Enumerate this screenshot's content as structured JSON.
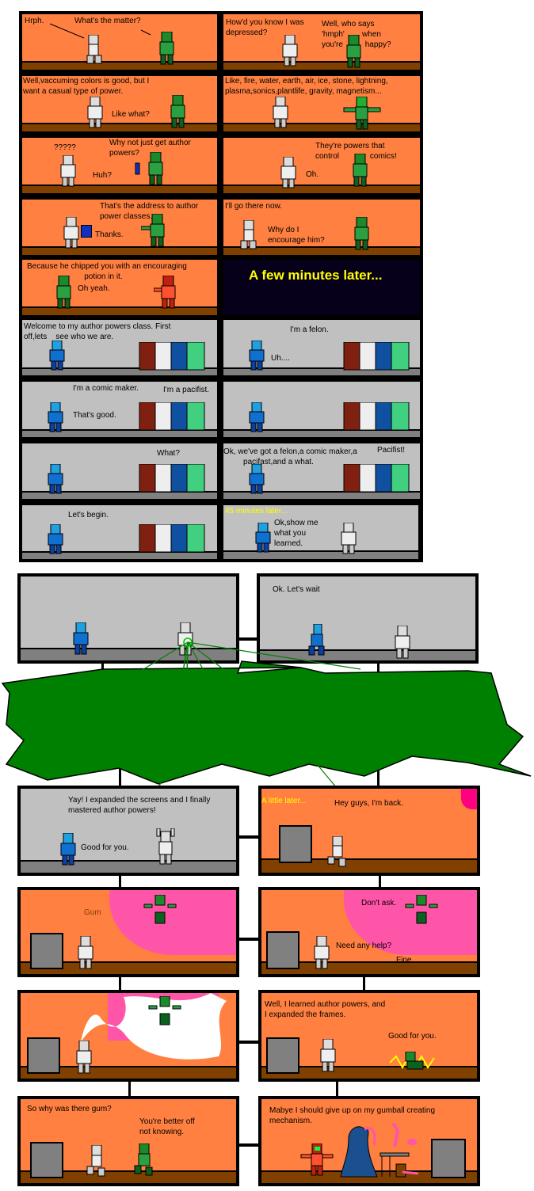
{
  "comic": {
    "top_grid": [
      {
        "id": "p1",
        "bg": "orange",
        "texts": [
          "Hrph.",
          "What's the matter?"
        ]
      },
      {
        "id": "p2",
        "bg": "orange",
        "texts": [
          "How'd you know I was\ndepressed?",
          "Well, who says\n'hmph'        when\nyou're          happy?"
        ]
      },
      {
        "id": "p3",
        "bg": "orange",
        "texts": [
          "Well,vaccuming colors is good, but I\nwant a casual type of power.",
          "Like what?"
        ]
      },
      {
        "id": "p4",
        "bg": "orange",
        "texts": [
          "Like, fire, water, earth, air, ice, stone, lightning,\nplasma,sonics,plantlife, gravity, magnetism..."
        ]
      },
      {
        "id": "p5",
        "bg": "orange",
        "texts": [
          "?????",
          "Why not just get author\npowers?",
          "Huh?"
        ]
      },
      {
        "id": "p6",
        "bg": "orange",
        "texts": [
          "They're powers that\ncontrol              comics!",
          "Oh."
        ]
      },
      {
        "id": "p7",
        "bg": "orange",
        "texts": [
          "That's the address to author\npower classes.",
          "Thanks."
        ]
      },
      {
        "id": "p8",
        "bg": "orange",
        "texts": [
          "I'll go there now.",
          "Why do I\nencourage him?"
        ]
      },
      {
        "id": "p9",
        "bg": "orange",
        "texts": [
          "Because he chipped you with an encouraging\n                          potion in it.",
          "Oh yeah."
        ]
      },
      {
        "id": "p10",
        "bg": "dark",
        "texts": [
          "A few minutes later..."
        ]
      },
      {
        "id": "p11",
        "bg": "gray",
        "texts": [
          "Welcome to my author powers class. First\noff,lets    see who we are."
        ]
      },
      {
        "id": "p12",
        "bg": "gray",
        "texts": [
          "I'm a felon.",
          "Uh...."
        ]
      },
      {
        "id": "p13",
        "bg": "gray",
        "texts": [
          "I'm a comic maker.",
          "I'm a pacifist.",
          "That's good."
        ]
      },
      {
        "id": "p14",
        "bg": "gray",
        "texts": []
      },
      {
        "id": "p15",
        "bg": "gray",
        "texts": [
          "What?"
        ]
      },
      {
        "id": "p16",
        "bg": "gray",
        "texts": [
          "Ok, we've got a felon,a comic maker,a\n         pacifast,and a what.",
          "Pacifist!"
        ]
      },
      {
        "id": "p17",
        "bg": "gray",
        "texts": [
          "Let's begin."
        ]
      },
      {
        "id": "p18",
        "bg": "gray",
        "texts": [
          "45 minutes later...",
          "Ok,show me\nwhat you\nlearned."
        ]
      }
    ],
    "expanded": [
      {
        "id": "e1",
        "bg": "gray",
        "texts": []
      },
      {
        "id": "e2",
        "bg": "gray",
        "texts": [
          "Ok. Let's wait"
        ]
      },
      {
        "id": "e3",
        "bg": "gray",
        "texts": [
          "Yay! I expanded the screens and I finally\nmastered author powers!",
          "Good for you."
        ]
      },
      {
        "id": "e4",
        "bg": "orange",
        "texts": [
          "A little later...",
          "Hey guys, I'm back."
        ]
      },
      {
        "id": "e5",
        "bg": "orange",
        "texts": [
          "Gum"
        ]
      },
      {
        "id": "e6",
        "bg": "orange",
        "texts": [
          "Don't ask.",
          "Need any help?",
          "Fine."
        ]
      },
      {
        "id": "e7",
        "bg": "orange",
        "texts": []
      },
      {
        "id": "e8",
        "bg": "orange",
        "texts": [
          "Well, I learned author powers, and\nI expanded the frames.",
          "Good for you."
        ]
      },
      {
        "id": "e9",
        "bg": "orange",
        "texts": [
          "So why was there gum?",
          "You're better off\nnot knowing."
        ]
      },
      {
        "id": "e10",
        "bg": "orange",
        "texts": [
          "Mabye I should give up on my gumball creating\nmechanism."
        ]
      }
    ],
    "colors": {
      "orange": "#ff8040",
      "floor_brown": "#804000",
      "gray": "#c0c0c0",
      "floor_gray": "#808080",
      "green_blast": "#008000",
      "gum_pink": "#ff55a8",
      "caption_yellow": "#ffff00"
    }
  }
}
